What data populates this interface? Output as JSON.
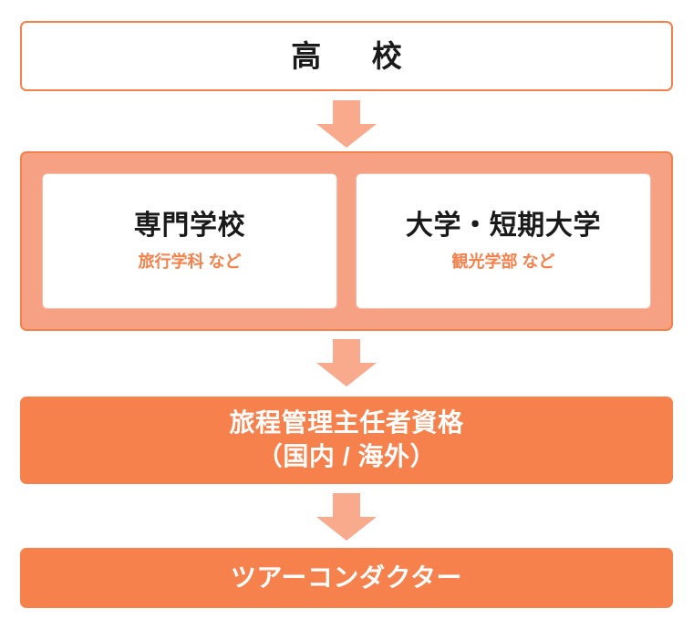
{
  "diagram": {
    "type": "vertical-flowchart",
    "direction": "top-to-bottom",
    "colors": {
      "accent_orange": "#f7814c",
      "border_orange": "#f4814b",
      "group_fill_salmon": "#f7a184",
      "arrow_salmon": "#f9a98c",
      "card_border": "#f9bda7",
      "text_dark": "#1a1a1a",
      "text_light": "#ffffff",
      "background": "#ffffff"
    },
    "steps": [
      {
        "id": "high-school",
        "style": "outline",
        "title": "高　校"
      },
      {
        "id": "education",
        "style": "group",
        "cards": [
          {
            "id": "vocational-school",
            "title": "専門学校",
            "subtitle": "旅行学科 など"
          },
          {
            "id": "university",
            "title": "大学・短期大学",
            "subtitle": "観光学部 など"
          }
        ]
      },
      {
        "id": "qualification",
        "style": "solid",
        "title_line1": "旅程管理主任者資格",
        "title_line2": "（国内 / 海外）"
      },
      {
        "id": "tour-conductor",
        "style": "solid",
        "title": "ツアーコンダクター"
      }
    ],
    "arrows": [
      {
        "id": "arrow-1",
        "from": "high-school",
        "to": "education"
      },
      {
        "id": "arrow-2",
        "from": "education",
        "to": "qualification"
      },
      {
        "id": "arrow-3",
        "from": "qualification",
        "to": "tour-conductor"
      }
    ]
  }
}
